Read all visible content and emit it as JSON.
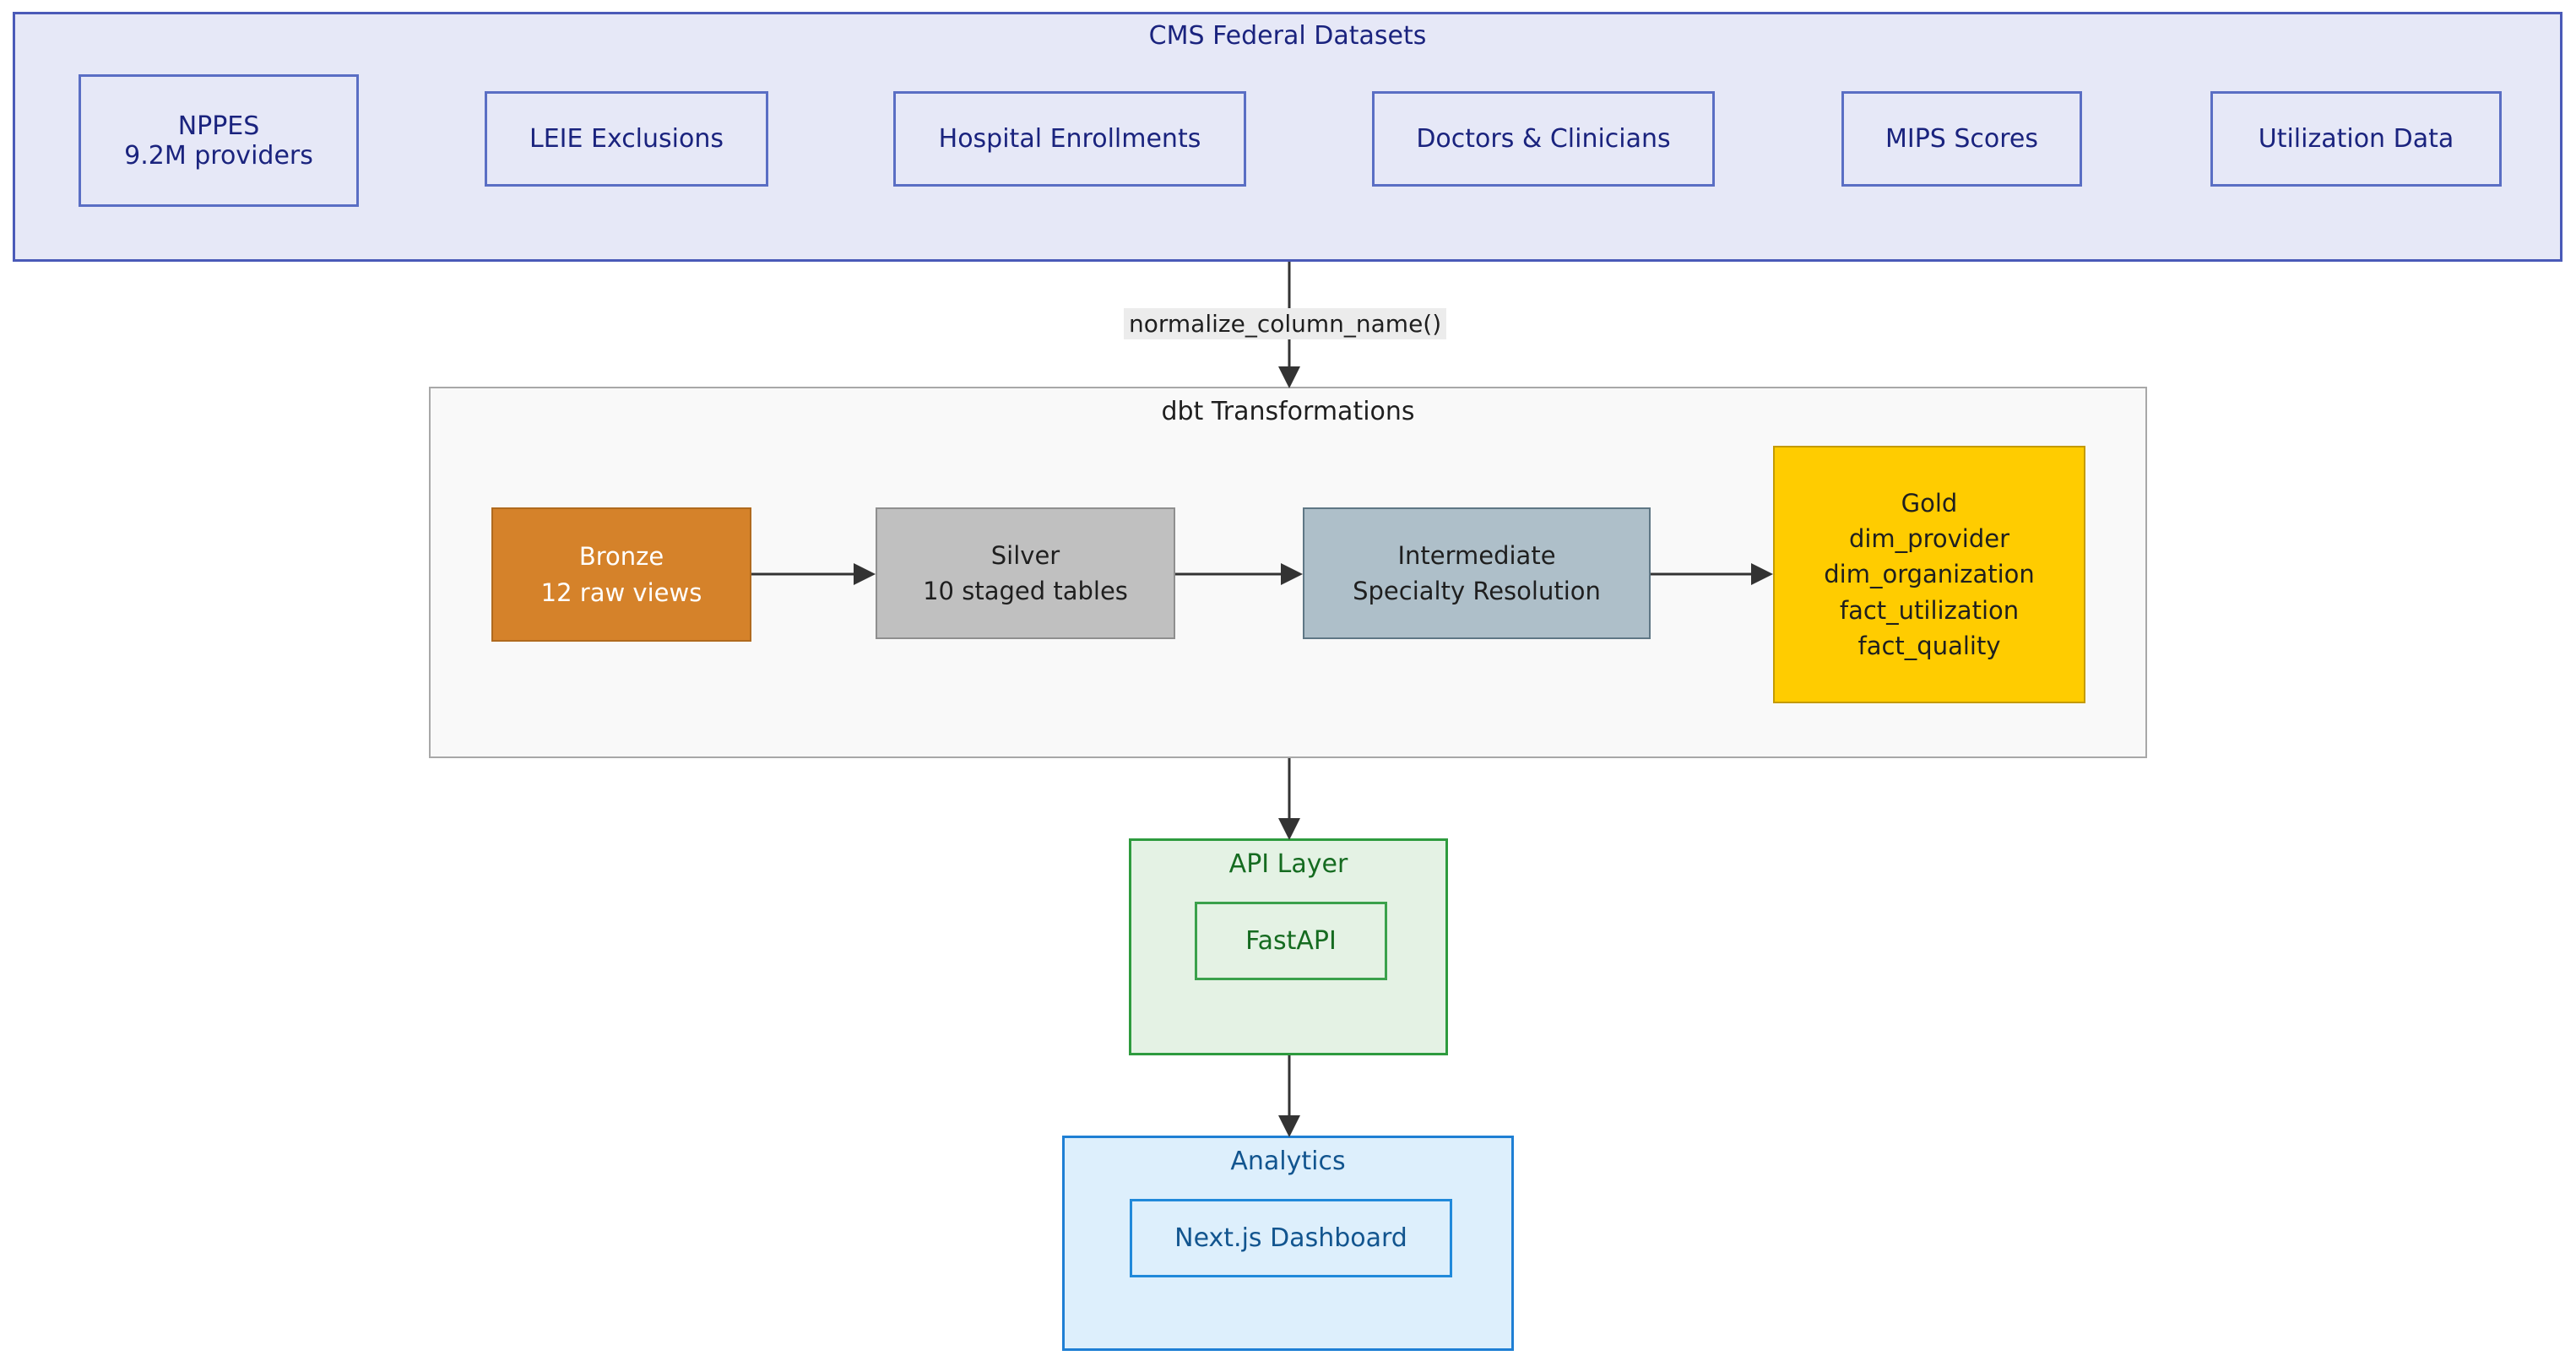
{
  "diagram": {
    "type": "flowchart",
    "direction": "top-to-bottom"
  },
  "cms_cluster": {
    "title": "CMS Federal Datasets",
    "border_color": "#4a5ab8",
    "fill_color": "#e6e8f7",
    "text_color": "#1a237e",
    "sources": [
      {
        "line1": "NPPES",
        "line2": "9.2M providers"
      },
      {
        "line1": "LEIE Exclusions",
        "line2": ""
      },
      {
        "line1": "Hospital Enrollments",
        "line2": ""
      },
      {
        "line1": "Doctors & Clinicians",
        "line2": ""
      },
      {
        "line1": "MIPS Scores",
        "line2": ""
      },
      {
        "line1": "Utilization Data",
        "line2": ""
      }
    ]
  },
  "edges": {
    "cms_to_dbt_label": "normalize_column_name()"
  },
  "dbt_cluster": {
    "title": "dbt Transformations",
    "border_color": "#a8a8a8",
    "fill_color": "#f9f9f9",
    "stages": {
      "bronze": {
        "line1": "Bronze",
        "line2": "12 raw views",
        "fill": "#d5822a",
        "text": "#ffffff"
      },
      "silver": {
        "line1": "Silver",
        "line2": "10 staged tables",
        "fill": "#c0c0c0",
        "text": "#1f1f1f"
      },
      "intermediate": {
        "line1": "Intermediate",
        "line2": "Specialty Resolution",
        "fill": "#aebfc9",
        "text": "#1f1f1f"
      },
      "gold": {
        "line1": "Gold",
        "line2": "dim_provider",
        "line3": "dim_organization",
        "line4": "fact_utilization",
        "line5": "fact_quality",
        "fill": "#ffcc00",
        "text": "#1f1f1f"
      }
    }
  },
  "api_cluster": {
    "title": "API Layer",
    "border_color": "#2e9b3e",
    "fill_color": "#e4f2e4",
    "text_color": "#156b20",
    "node_label": "FastAPI"
  },
  "analytics_cluster": {
    "title": "Analytics",
    "border_color": "#1e7fd4",
    "fill_color": "#ddeffc",
    "text_color": "#12558f",
    "node_label": "Next.js Dashboard"
  }
}
